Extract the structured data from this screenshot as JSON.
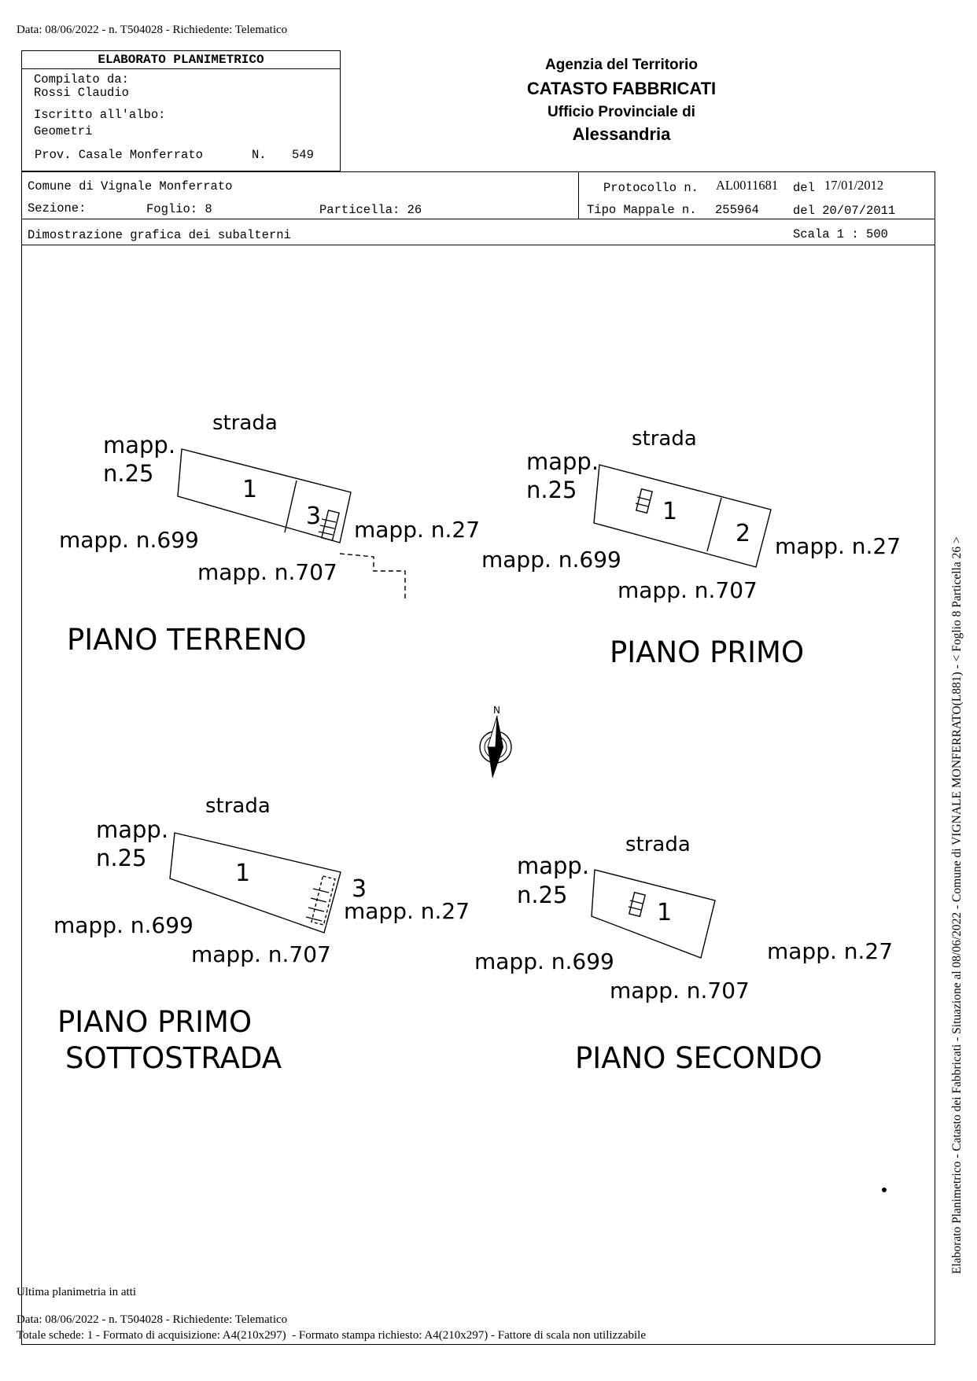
{
  "header": {
    "top_line": "Data: 08/06/2022 - n. T504028 - Richiedente: Telematico"
  },
  "elaborato": {
    "title": "ELABORATO PLANIMETRICO",
    "compilato_label": "Compilato da:",
    "compilato_name": "Rossi Claudio",
    "iscritto_label": "Iscritto all'albo:",
    "iscritto_value": "Geometri",
    "prov_label": "Prov. Casale Monferrato",
    "n_label": "N.",
    "n_value": "549"
  },
  "agency": {
    "line1": "Agenzia del Territorio",
    "line2": "CATASTO FABBRICATI",
    "line3": "Ufficio Provinciale di",
    "line4": "Alessandria"
  },
  "info": {
    "comune": "Comune di Vignale Monferrato",
    "sezione_label": "Sezione:",
    "foglio": "Foglio: 8",
    "particella": "Particella: 26",
    "protocollo_label": "Protocollo n.",
    "protocollo_value": "AL0011681",
    "protocollo_del_label": "del",
    "protocollo_date": "17/01/2012",
    "tipo_label": "Tipo Mappale n.",
    "tipo_value": "255964",
    "tipo_del": "del 20/07/2011",
    "dimostrazione": "Dimostrazione grafica dei subalterni",
    "scala": "Scala 1 : 500"
  },
  "plans": {
    "strada": "strada",
    "mapp_25_a": "mapp.",
    "mapp_25_b": "n.25",
    "mapp_27": "mapp. n.27",
    "mapp_699": "mapp. n.699",
    "mapp_707": "mapp. n.707",
    "compass_n": "N",
    "terreno": {
      "title": "PIANO TERRENO",
      "sub1": "1",
      "sub3": "3"
    },
    "primo": {
      "title": "PIANO PRIMO",
      "sub1": "1",
      "sub2": "2"
    },
    "sottostrada": {
      "title_line1": "PIANO PRIMO",
      "title_line2": "SOTTOSTRADA",
      "sub1": "1",
      "sub3": "3"
    },
    "secondo": {
      "title": "PIANO SECONDO",
      "sub1": "1"
    }
  },
  "footer": {
    "ultima": "Ultima planimetria in atti",
    "data_line": "Data: 08/06/2022 - n. T504028 - Richiedente: Telematico",
    "totale_line": "Totale schede: 1 - Formato di acquisizione: A4(210x297)  - Formato stampa richiesto: A4(210x297) - Fattore di scala non utilizzabile"
  },
  "side_text": "Elaborato Planimetrico - Catasto dei Fabbricati - Situazione al 08/06/2022 - Comune di VIGNALE MONFERRATO(L881) - < Foglio 8 Particella 26 >"
}
